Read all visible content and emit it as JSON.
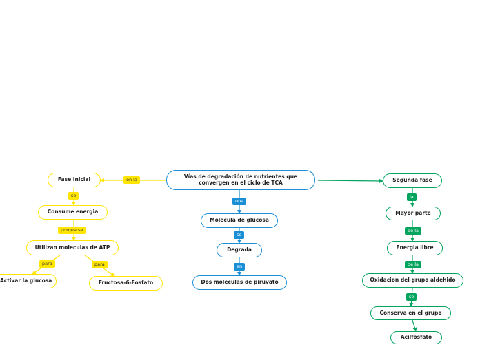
{
  "colors": {
    "yellow": "#ffe500",
    "blue": "#1a8fd6",
    "green": "#03a45e"
  },
  "center": {
    "title": "Vías de degradación de nutrientes que convergen en el ciclo de TCA"
  },
  "left": {
    "link_en_la": "en la",
    "fase_inicial": "Fase Inicial",
    "link_se": "se",
    "consume_energia": "Consume energia",
    "link_porque_se": "porque se",
    "utilizan_atp": "Utilizan moleculas de ATP",
    "link_para_1": "para",
    "activar_glucosa": "Activar la glucosa",
    "link_para_2": "para",
    "fructosa": "Fructosa-6-Fosfato"
  },
  "middle": {
    "link_una": "una",
    "molecula_glucosa": "Molecula de glucosa",
    "link_se": "se",
    "degrada": "Degrada",
    "link_en": "en",
    "piruvato": "Dos moleculas de piruvato"
  },
  "right": {
    "segunda_fase": "Segunda fase",
    "link_la": "la",
    "mayor_parte": "Mayor parte",
    "link_de_la_1": "de la",
    "energia_libre": "Energia libre",
    "link_de_la_2": "de la",
    "oxidacion": "Oxidacion del grupo aldehido",
    "link_se": "se",
    "conserva": "Conserva en el grupo",
    "acilfosfato": "Acilfosfato"
  }
}
